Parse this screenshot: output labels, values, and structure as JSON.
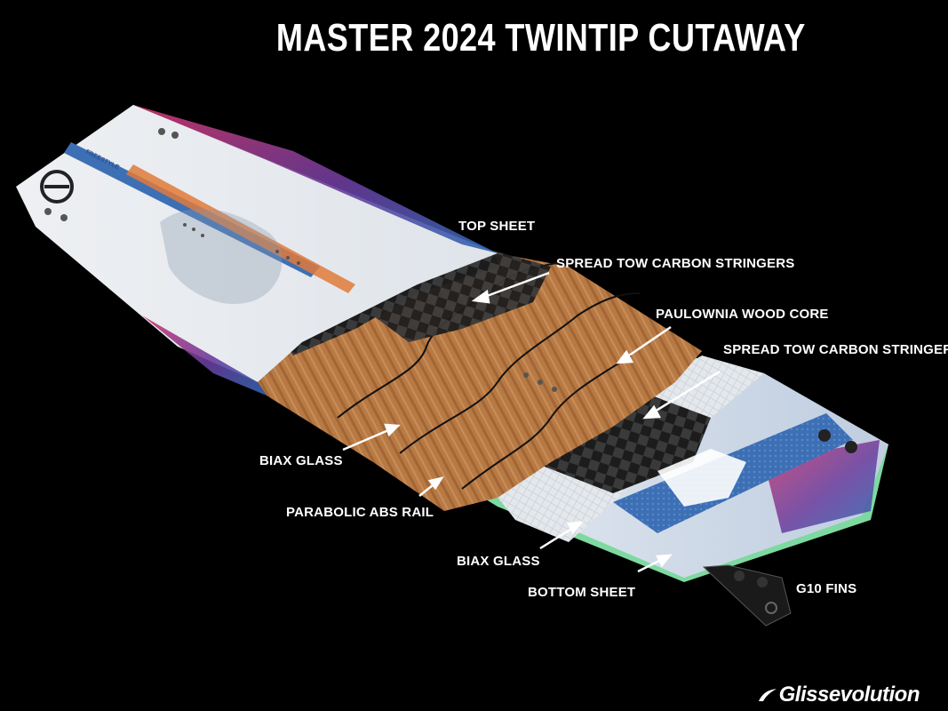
{
  "title": "MASTER 2024 TWINTIP CUTAWAY",
  "labels": {
    "top_sheet": "TOP SHEET",
    "spread_tow_carbon_stringers": "SPREAD TOW CARBON STRINGERS",
    "paulownia_wood_core": "PAULOWNIA WOOD CORE",
    "spread_tow_carbon_stringer": "SPREAD TOW CARBON STRINGER",
    "biax_glass_upper": "BIAX GLASS",
    "parabolic_abs_rail": "PARABOLIC ABS RAIL",
    "biax_glass_lower": "BIAX GLASS",
    "bottom_sheet": "BOTTOM SHEET",
    "g10_fins": "G10 FINS"
  },
  "board_text": {
    "model_name": "FREESTYLE"
  },
  "brand": {
    "name": "Glissevolution"
  },
  "colors": {
    "background": "#000000",
    "label": "#ffffff",
    "wood": "#b87a45",
    "carbon": "#1e1e1e",
    "rail": "#7ed9a0",
    "blue": "#3d6fb5",
    "glass": "#e8ecef"
  }
}
